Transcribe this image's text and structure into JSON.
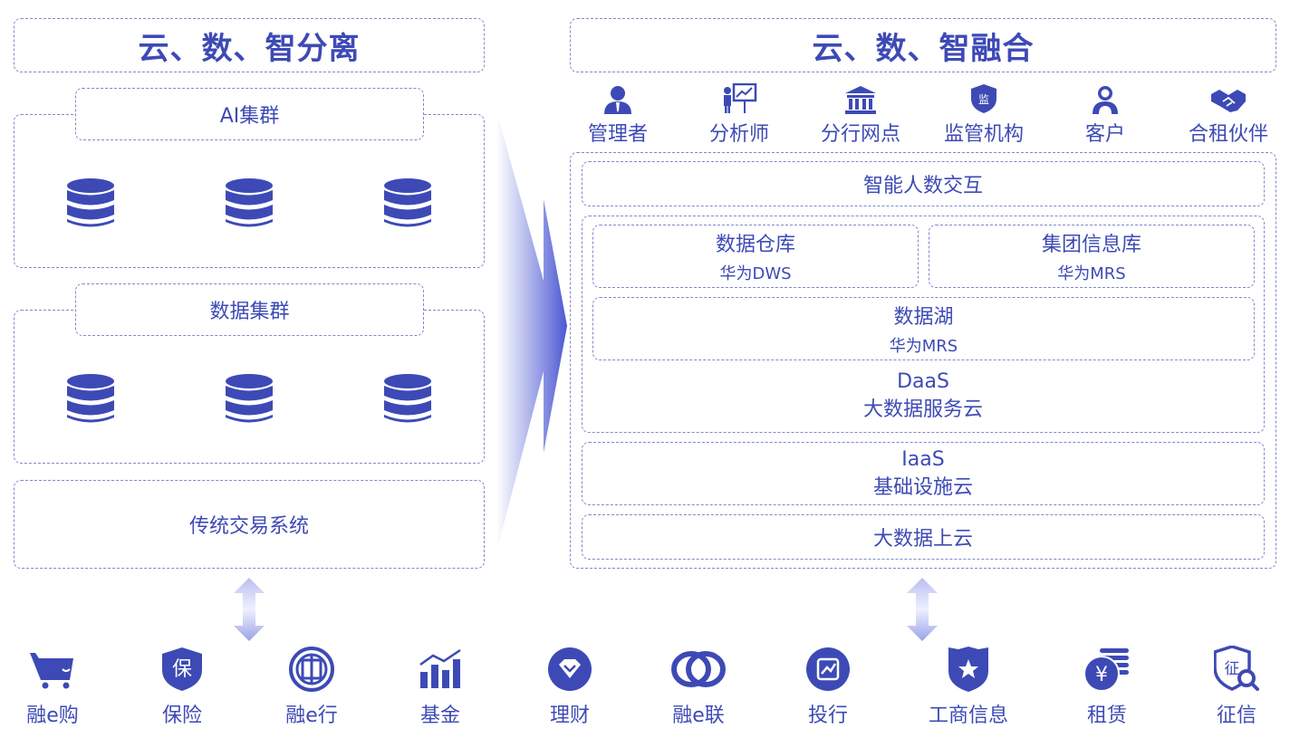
{
  "left": {
    "title": "云、数、智分离",
    "ai_cluster": "AI集群",
    "data_cluster": "数据集群",
    "legacy": "传统交易系统"
  },
  "right": {
    "title": "云、数、智融合",
    "roles": [
      {
        "label": "管理者",
        "icon": "manager-icon"
      },
      {
        "label": "分析师",
        "icon": "analyst-icon"
      },
      {
        "label": "分行网点",
        "icon": "bank-branch-icon"
      },
      {
        "label": "监管机构",
        "icon": "regulator-shield-icon"
      },
      {
        "label": "客户",
        "icon": "customers-icon"
      },
      {
        "label": "合租伙伴",
        "icon": "handshake-icon"
      }
    ],
    "interaction": "智能人数交互",
    "dws": {
      "name": "数据仓库",
      "sub": "华为DWS"
    },
    "group_info": {
      "name": "集团信息库",
      "sub": "华为MRS"
    },
    "datalake": {
      "name": "数据湖",
      "sub": "华为MRS"
    },
    "daas": {
      "line1": "DaaS",
      "line2": "大数据服务云"
    },
    "iaas": {
      "line1": "IaaS",
      "line2": "基础设施云"
    },
    "bigdata_cloud": "大数据上云"
  },
  "apps": [
    {
      "label": "融e购",
      "icon": "shopping-cart-icon"
    },
    {
      "label": "保险",
      "icon": "insurance-shield-icon"
    },
    {
      "label": "融e行",
      "icon": "bank-coin-icon"
    },
    {
      "label": "基金",
      "icon": "growth-chart-icon"
    },
    {
      "label": "理财",
      "icon": "diamond-icon"
    },
    {
      "label": "融e联",
      "icon": "link-rings-icon"
    },
    {
      "label": "投行",
      "icon": "investment-icon"
    },
    {
      "label": "工商信息",
      "icon": "badge-star-icon"
    },
    {
      "label": "租赁",
      "icon": "yen-coins-icon"
    },
    {
      "label": "征信",
      "icon": "credit-search-icon"
    }
  ],
  "colors": {
    "accent": "#3d4ab5",
    "border": "#7f88cf"
  }
}
